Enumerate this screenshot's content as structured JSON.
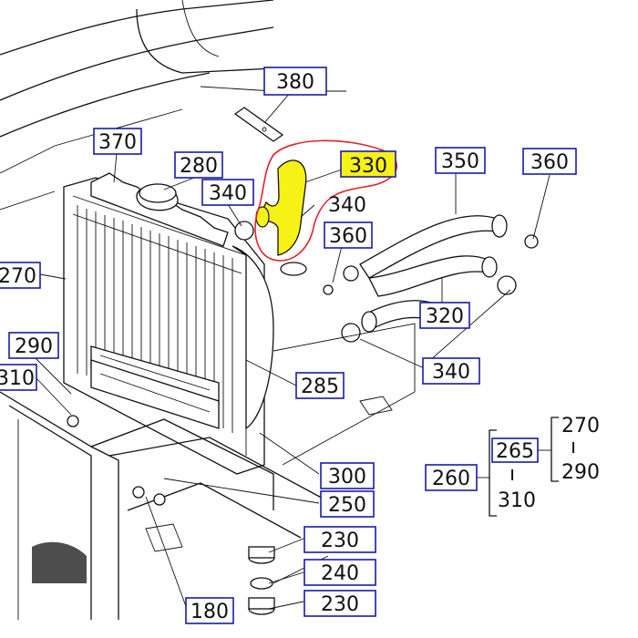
{
  "diagram": {
    "highlight_color": "#f7f215",
    "annotation_color": "#e0202a",
    "callout_border_color": "#1a1aa8",
    "callouts": {
      "c380": "380",
      "c370": "370",
      "c280": "280",
      "c340a": "340",
      "c330": "330",
      "c340b": "340",
      "c350": "350",
      "c360a": "360",
      "c360b": "360",
      "c270": "270",
      "c320": "320",
      "c290": "290",
      "c310": "310",
      "c340c": "340",
      "c285": "285",
      "c300": "300",
      "c250": "250",
      "c265": "265",
      "c260": "260",
      "c230a": "230",
      "c240": "240",
      "c230b": "230",
      "c180": "180"
    },
    "group": {
      "top": "270",
      "top_sep": "ı",
      "mid_sep": "ı",
      "bottom_right": "290",
      "bottom_left": "310"
    }
  }
}
